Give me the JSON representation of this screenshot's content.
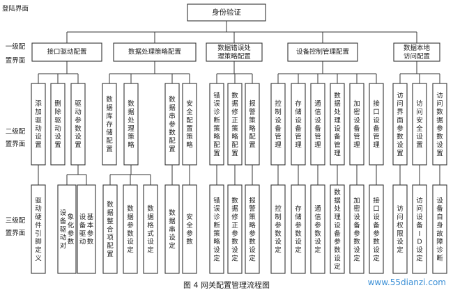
{
  "level_labels": {
    "login": "登陆界面",
    "level1": "一级配置界面",
    "level2": "二级配置界面",
    "level3": "三级配置界面"
  },
  "root": "身份验证",
  "groups": [
    {
      "label": "接口驱动配置",
      "children": [
        {
          "label": "添加驱动设置",
          "sub": "驱动硬件引脚定义"
        },
        {
          "label": "删除驱动设置"
        },
        {
          "label": "驱动参数设置",
          "subs": [
            "设备驱动对象化参数",
            "设备驱动基本参数"
          ]
        }
      ]
    },
    {
      "label": "数据处理策略配置",
      "children": [
        {
          "label": "数据库存储配置"
        },
        {
          "label": "数据处理策略",
          "subs": [
            "数据整合项配置",
            "数据参数设定",
            "数据格式设定"
          ]
        },
        {
          "label": "数据串参数配置",
          "sub": "数据串设定"
        },
        {
          "label": "安全配置策略",
          "sub": "安全参数"
        }
      ]
    },
    {
      "label": "数据错误处理策略配置",
      "children": [
        {
          "label": "错误诊断策略配置",
          "sub": "错误诊断策略设定"
        },
        {
          "label": "数据修正策略配置",
          "sub": "数据修正参数设定"
        },
        {
          "label": "报警策略配置",
          "sub": "报警策略参数设定"
        }
      ]
    },
    {
      "label": "设备控制管理配置",
      "children": [
        {
          "label": "控制设备管理",
          "sub": "控制参数设定"
        },
        {
          "label": "存储设备管理",
          "sub": "存储参数设定"
        },
        {
          "label": "通信设备管理",
          "sub": "通信参数设定"
        },
        {
          "label": "数据处理设备管理",
          "sub": "数据处理设备参数设定"
        },
        {
          "label": "加密设备管理",
          "sub": "加密设备参数设定"
        },
        {
          "label": "接口设备管理",
          "sub": "接口设备参数设定"
        }
      ]
    },
    {
      "label": "数据本地访问配置",
      "children": [
        {
          "label": "访问界面参数设置",
          "sub": "访问权限设定"
        },
        {
          "label": "访问安全设置",
          "sub": "访问设备ID设定"
        },
        {
          "label": "访问数据参数设置",
          "sub": "设备自身故障诊断"
        }
      ]
    }
  ],
  "caption": "图 4  网关配置管理流程图",
  "watermark": "www.55dianzi.com"
}
